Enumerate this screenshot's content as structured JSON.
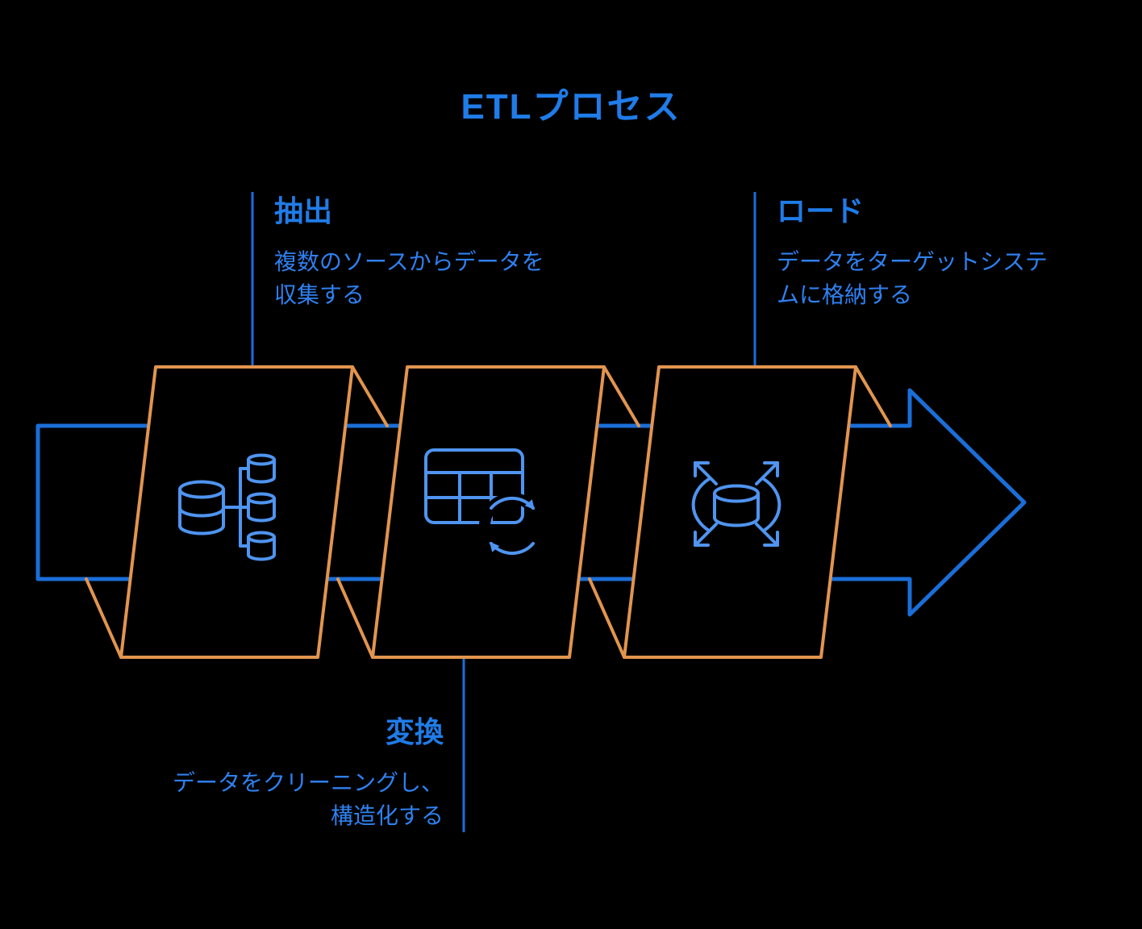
{
  "title": "ETLプロセス",
  "steps": [
    {
      "id": "extract",
      "label": "抽出",
      "description": "複数のソースからデータを収集する",
      "desc_lines": [
        "複数のソースからデータを",
        "収集する"
      ],
      "icon": "multi-source-database-icon"
    },
    {
      "id": "transform",
      "label": "変換",
      "description": "データをクリーニングし、構造化する",
      "desc_lines": [
        "データをクリーニングし、",
        "構造化する"
      ],
      "icon": "table-refresh-icon"
    },
    {
      "id": "load",
      "label": "ロード",
      "description": "データをターゲットシステムに格納する",
      "desc_lines": [
        "データをターゲットシステ",
        "ムに格納する"
      ],
      "icon": "database-distribution-icon"
    }
  ],
  "colors": {
    "background": "#000000",
    "title_blue": "#1f7ce8",
    "line_blue": "#1a6ed8",
    "description_blue": "#2f80f0",
    "icon_blue": "#4f94f0",
    "card_orange": "#e2954e"
  }
}
